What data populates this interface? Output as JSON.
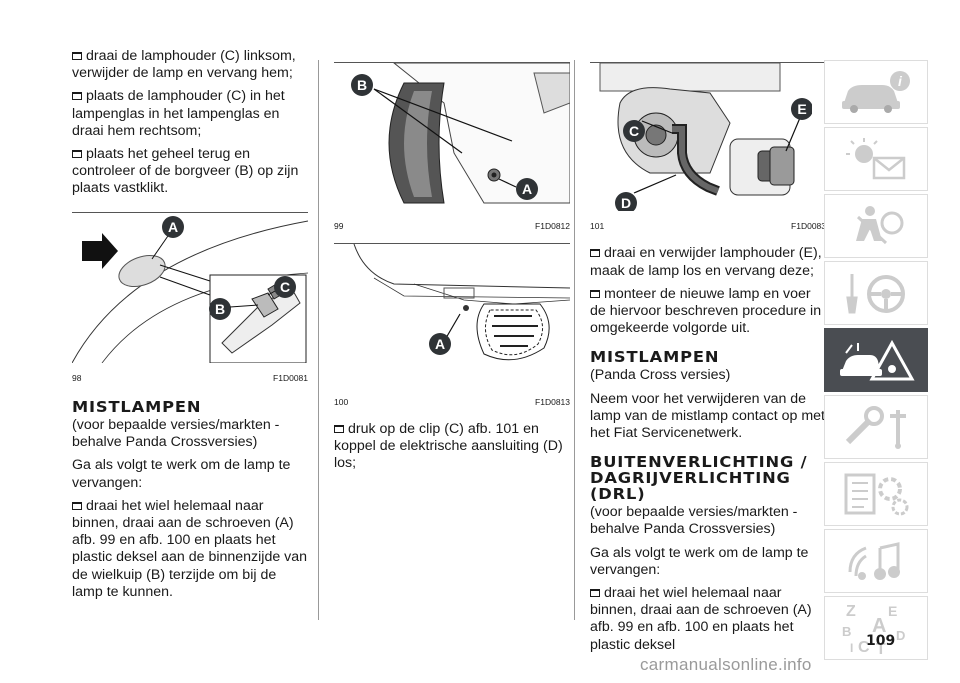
{
  "col1": {
    "b1": "draai de lamphouder (C) linksom, verwijder de lamp en vervang hem;",
    "b2": "plaats de lamphouder (C) in het lampenglas in het lampenglas en draai hem rechtsom;",
    "b3": "plaats het geheel terug en controleer of de borgveer (B) op zijn plaats vastklikt.",
    "fig_num": "98",
    "fig_code": "F1D0081",
    "heading": "MISTLAMPEN",
    "p1": "(voor bepaalde versies/markten - behalve Panda Crossversies)",
    "p2": "Ga als volgt te werk om de lamp te vervangen:",
    "b4": "draai het wiel helemaal naar binnen, draai aan de schroeven (A) afb. 99 en afb. 100 en plaats het plastic deksel aan de binnenzijde van de wielkuip (B) terzijde om bij de lamp te kunnen."
  },
  "col2": {
    "fig1_num": "99",
    "fig1_code": "F1D0812",
    "fig2_num": "100",
    "fig2_code": "F1D0813",
    "b1": "druk op de clip (C) afb. 101 en koppel de elektrische aansluiting (D) los;"
  },
  "col3": {
    "fig_num": "101",
    "fig_code": "F1D0083",
    "b1": "draai en verwijder lamphouder (E), maak de lamp los en vervang deze;",
    "b2": "monteer de nieuwe lamp en voer de hiervoor beschreven procedure in omgekeerde volgorde uit.",
    "heading1": "MISTLAMPEN",
    "p1": "(Panda Cross versies)",
    "p2": "Neem voor het verwijderen van de lamp van de mistlamp contact op met het Fiat Servicenetwerk.",
    "heading2": "BUITENVERLICHTING / DAGRIJVERLICHTING (DRL)",
    "p3": "(voor bepaalde versies/markten - behalve Panda Crossversies)",
    "p4": "Ga als volgt te werk om de lamp te vervangen:",
    "b3": "draai het wiel helemaal naar binnen, draai aan de schroeven (A) afb. 99 en afb. 100 en plaats het plastic deksel"
  },
  "labels": {
    "A": "A",
    "B": "B",
    "C": "C",
    "D": "D",
    "E": "E"
  },
  "page_number": "109",
  "watermark": "carmanualsonline.info",
  "sidebar": {
    "tabs": [
      "car-info-icon",
      "warning-lights-icon",
      "safety-icon",
      "driving-icon",
      "emergency-icon",
      "maintenance-icon",
      "technical-data-icon",
      "multimedia-icon",
      "index-icon"
    ],
    "index_letters": [
      "Z",
      "E",
      "A",
      "B",
      "D",
      "C",
      "T",
      "I"
    ],
    "active_color": "#4a4d52",
    "accent_color": "#e8452c"
  }
}
